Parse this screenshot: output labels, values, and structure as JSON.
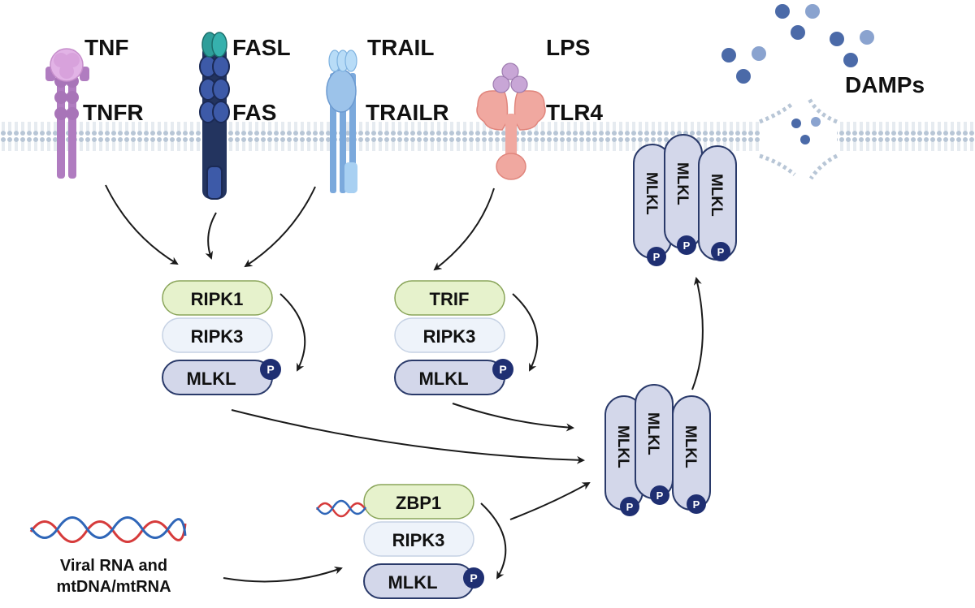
{
  "ligands": {
    "tnf": "TNF",
    "fasl": "FASL",
    "trail": "TRAIL",
    "lps": "LPS",
    "damps": "DAMPs"
  },
  "receptors": {
    "tnfr": "TNFR",
    "fas": "FAS",
    "trailr": "TRAILR",
    "tlr4": "TLR4"
  },
  "complex_left": {
    "top": "RIPK1",
    "middle": "RIPK3",
    "bottom": "MLKL"
  },
  "complex_mid": {
    "top": "TRIF",
    "middle": "RIPK3",
    "bottom": "MLKL"
  },
  "complex_bottom": {
    "top": "ZBP1",
    "middle": "RIPK3",
    "bottom": "MLKL"
  },
  "nucleic": {
    "line1": "Viral RNA and",
    "line2": "mtDNA/mtRNA"
  },
  "oligomer_label": "MLKL",
  "phospho_label": "P",
  "colors": {
    "tnf": "#d6a0d8",
    "tnfr": "#b07cc0",
    "fasl": "#2e9e9a",
    "fas": "#3d5aa8",
    "trail": "#a8d0f2",
    "trailr": "#7ba9dc",
    "lps": "#c8a6d6",
    "tlr4": "#f0a8a0",
    "ripk1": "#e6f2cc",
    "trif": "#e6f2cc",
    "zbp1": "#e6f2cc",
    "ripk3": "#eef3fa",
    "mlkl": "#d3d7ea",
    "phospho": "#1f2f72",
    "damp": "#4b6aa8",
    "membrane": "#b8c6d6"
  }
}
